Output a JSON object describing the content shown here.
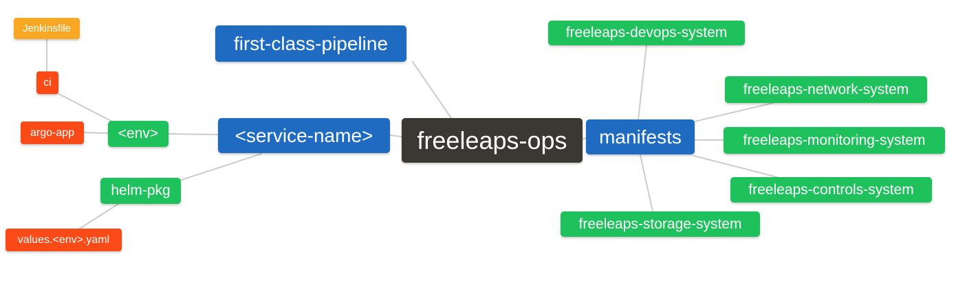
{
  "title": "freeleaps-ops mind map",
  "colors": {
    "node_blue": "#1e6bc1",
    "node_green": "#1fc15c",
    "node_red": "#fa4a18",
    "node_orange": "#f9a825",
    "node_root_dark": "#3b3733",
    "edge_gray": "#cccccc",
    "text": "#ffffff",
    "background": "#ffffff"
  },
  "nodes": {
    "root": {
      "label": "freeleaps-ops"
    },
    "first_class_pipeline": {
      "label": "first-class-pipeline"
    },
    "service_name": {
      "label": "<service-name>"
    },
    "manifests": {
      "label": "manifests"
    },
    "env": {
      "label": "<env>"
    },
    "helm_pkg": {
      "label": "helm-pkg"
    },
    "ci": {
      "label": "ci"
    },
    "argo_app": {
      "label": "argo-app"
    },
    "jenkinsfile": {
      "label": "Jenkinsfile"
    },
    "values_yaml": {
      "label": "values.<env>.yaml"
    },
    "devops": {
      "label": "freeleaps-devops-system"
    },
    "network": {
      "label": "freeleaps-network-system"
    },
    "monitoring": {
      "label": "freeleaps-monitoring-system"
    },
    "controls": {
      "label": "freeleaps-controls-system"
    },
    "storage": {
      "label": "freeleaps-storage-system"
    }
  }
}
